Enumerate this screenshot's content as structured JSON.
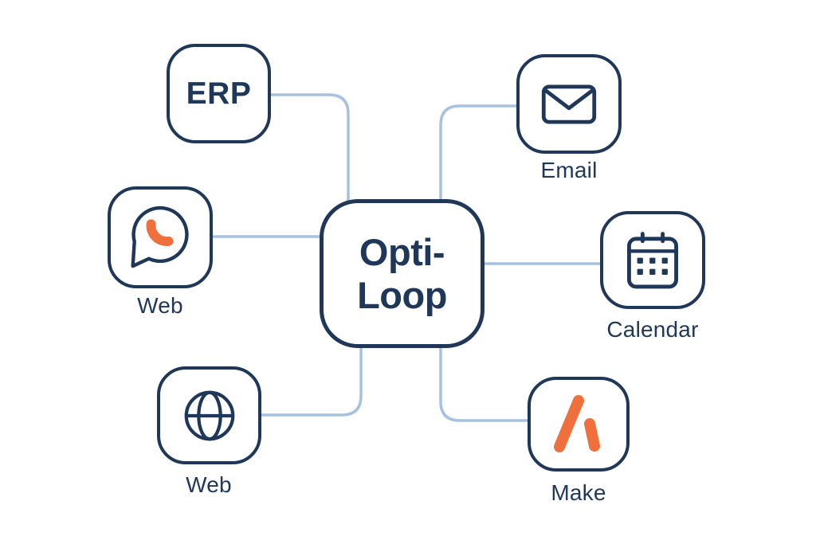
{
  "center": {
    "label_line1": "Opti-",
    "label_line2": "Loop"
  },
  "nodes": {
    "erp": {
      "label": "ERP"
    },
    "email": {
      "label": "Email",
      "icon": "envelope-icon"
    },
    "web_phone": {
      "label": "Web",
      "icon": "phone-chat-icon"
    },
    "calendar": {
      "label": "Calendar",
      "icon": "calendar-icon"
    },
    "web_globe": {
      "label": "Web",
      "icon": "globe-icon"
    },
    "make": {
      "label": "Make",
      "icon": "make-logo-icon"
    }
  },
  "connections": [
    {
      "a": "ERP",
      "b": "Opti-Loop"
    },
    {
      "a": "Email",
      "b": "Opti-Loop"
    },
    {
      "a": "Web",
      "b": "Opti-Loop"
    },
    {
      "a": "Calendar",
      "b": "Opti-Loop"
    },
    {
      "a": "Web",
      "b": "Opti-Loop"
    },
    {
      "a": "Make",
      "b": "Opti-Loop"
    }
  ],
  "colors": {
    "outline_navy": "#1f3758",
    "accent_orange": "#f0703d",
    "connector_blue": "#a6c1e1",
    "background": "#ffffff"
  }
}
